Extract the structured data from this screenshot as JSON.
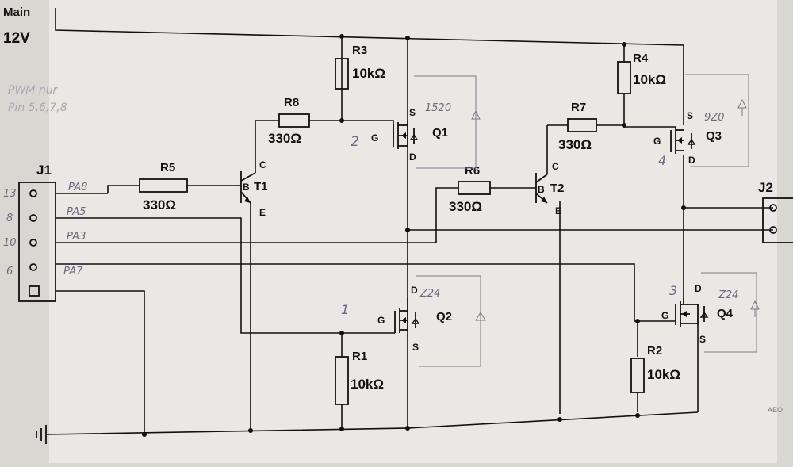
{
  "power": {
    "line1": "Main",
    "line2": "12V"
  },
  "connectors": {
    "j1": {
      "label": "J1",
      "pins": [
        "13",
        "8",
        "10",
        "6"
      ]
    },
    "j2": {
      "label": "J2"
    }
  },
  "resistors": {
    "r1": {
      "name": "R1",
      "value": "10kΩ"
    },
    "r2": {
      "name": "R2",
      "value": "10kΩ"
    },
    "r3": {
      "name": "R3",
      "value": "10kΩ"
    },
    "r4": {
      "name": "R4",
      "value": "10kΩ"
    },
    "r5": {
      "name": "R5",
      "value": "330Ω"
    },
    "r6": {
      "name": "R6",
      "value": "330Ω"
    },
    "r7": {
      "name": "R7",
      "value": "330Ω"
    },
    "r8": {
      "name": "R8",
      "value": "330Ω"
    }
  },
  "transistors": {
    "t1": {
      "name": "T1",
      "c": "C",
      "b": "B",
      "e": "E"
    },
    "t2": {
      "name": "T2",
      "c": "C",
      "b": "B",
      "e": "E"
    }
  },
  "mosfets": {
    "q1": {
      "name": "Q1",
      "g": "G",
      "d": "D",
      "s": "S",
      "note": "1520",
      "number": "2"
    },
    "q2": {
      "name": "Q2",
      "g": "G",
      "d": "D",
      "s": "S",
      "note": "Z24",
      "number": "1"
    },
    "q3": {
      "name": "Q3",
      "g": "G",
      "d": "D",
      "s": "S",
      "note": "9Z0",
      "number": "4"
    },
    "q4": {
      "name": "Q4",
      "g": "G",
      "d": "D",
      "s": "S",
      "note": "Z24",
      "number": "3"
    }
  },
  "handwriting": {
    "pwm_line1": "PWM nur",
    "pwm_line2": "Pin 5,6,7,8",
    "pa8": "PA8",
    "pa5": "PA5",
    "pa3": "PA3",
    "pa7": "PA7"
  },
  "corner_mark": "AEO"
}
